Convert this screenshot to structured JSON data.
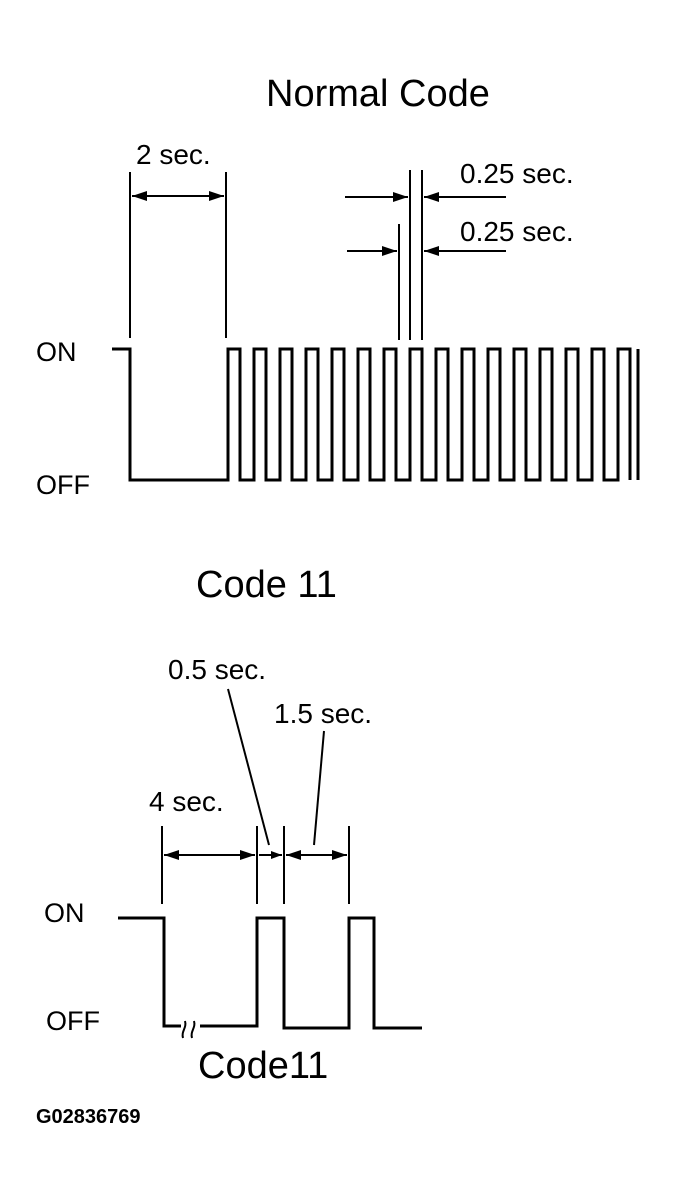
{
  "normal": {
    "title": "Normal Code",
    "on_label": "ON",
    "off_label": "OFF",
    "off_period": "2 sec.",
    "high_pulse": "0.25 sec.",
    "low_pulse": "0.25 sec."
  },
  "code11": {
    "title": "Code 11",
    "on_label": "ON",
    "off_label": "OFF",
    "initial_off": "4 sec.",
    "pulse_on": "0.5 sec.",
    "gap_off": "1.5 sec.",
    "caption": "Code11"
  },
  "figure_id": "G02836769"
}
